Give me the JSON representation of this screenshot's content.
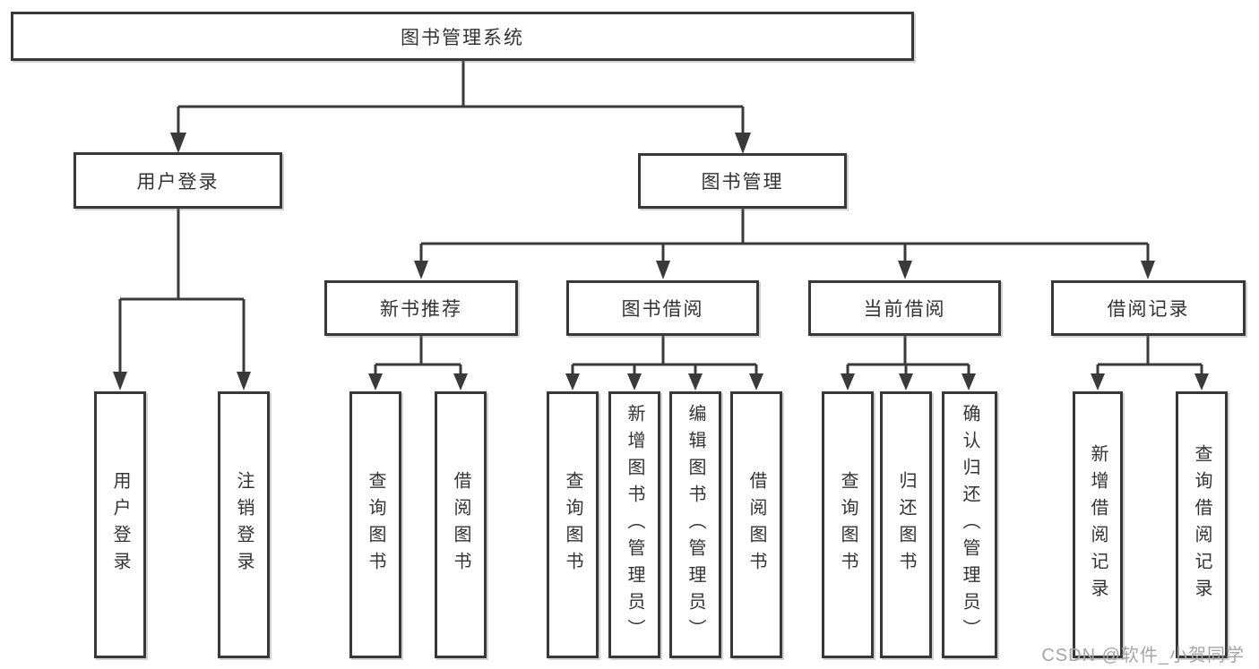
{
  "tree": {
    "root": {
      "label": "图书管理系统",
      "children": [
        {
          "label": "用户登录",
          "children": [
            {
              "label": "用户登录"
            },
            {
              "label": "注销登录"
            }
          ]
        },
        {
          "label": "图书管理",
          "children": [
            {
              "label": "新书推荐",
              "children": [
                {
                  "label": "查询图书"
                },
                {
                  "label": "借阅图书"
                }
              ]
            },
            {
              "label": "图书借阅",
              "children": [
                {
                  "label": "查询图书"
                },
                {
                  "label": "新增图书（管理员）"
                },
                {
                  "label": "编辑图书（管理员）"
                },
                {
                  "label": "借阅图书"
                }
              ]
            },
            {
              "label": "当前借阅",
              "children": [
                {
                  "label": "查询图书"
                },
                {
                  "label": "归还图书"
                },
                {
                  "label": "确认归还（管理员）"
                }
              ]
            },
            {
              "label": "借阅记录",
              "children": [
                {
                  "label": "新增借阅记录"
                },
                {
                  "label": "查询借阅记录"
                }
              ]
            }
          ]
        }
      ]
    }
  },
  "watermark": {
    "text": "CSDN @软件_小贺同学"
  },
  "colors": {
    "line": "#3a3a3a",
    "box_border": "#383838",
    "box_background": "#ffffff",
    "text": "#333333",
    "watermark": "#a6a6a6",
    "background": "#ffffff"
  }
}
